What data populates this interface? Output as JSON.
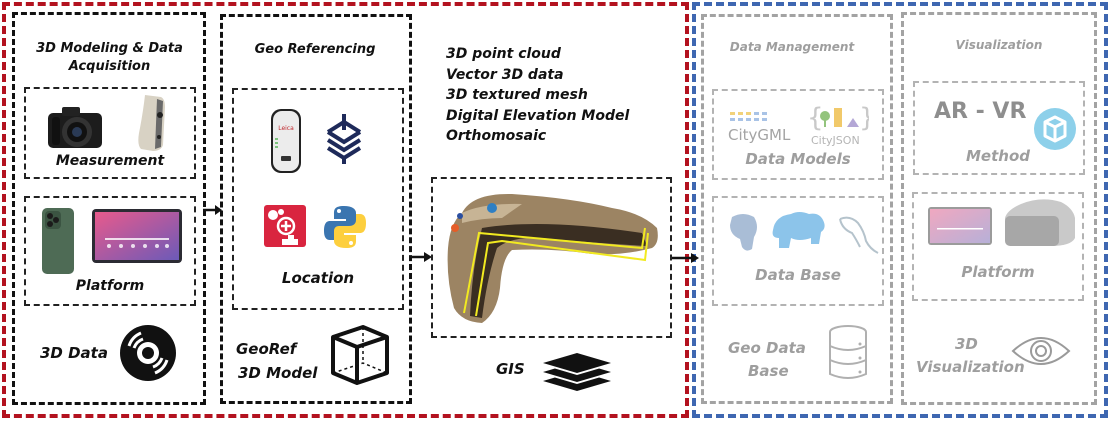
{
  "groups": {
    "processing": {
      "border_color": "#b3121f"
    },
    "management": {
      "border_color": "#3e67b1"
    }
  },
  "acquisition": {
    "title": "3D Modeling & Data Acquisition",
    "measurement": {
      "label": "Measurement",
      "icons": [
        "camera-icon",
        "handheld-3d-scanner-icon"
      ]
    },
    "platform": {
      "label": "Platform",
      "icons": [
        "smartphone-icon",
        "tablet-icon"
      ]
    },
    "output": {
      "label": "3D Data",
      "icon": "disc-icon"
    }
  },
  "georef": {
    "title": "Geo Referencing",
    "location": {
      "label": "Location",
      "icons": [
        "gnss-receiver-icon",
        "geo-layers-icon",
        "qgis-plugin-icon",
        "python-icon"
      ]
    },
    "output": {
      "label_line1": "GeoRef",
      "label_line2": "3D Model",
      "icon": "cube-icon"
    }
  },
  "products": {
    "items": [
      "3D point cloud",
      "Vector 3D data",
      "3D textured mesh",
      "Digital Elevation Model",
      "Orthomosaic"
    ],
    "model_image": "textured-trench-model",
    "gis": {
      "label": "GIS",
      "icon": "layers-icon"
    }
  },
  "data_management": {
    "title": "Data Management",
    "data_models": {
      "label": "Data Models",
      "logos": [
        "CityGML",
        "CityJSON"
      ]
    },
    "data_base": {
      "label": "Data Base",
      "icons": [
        "postgresql-icon",
        "hadoop-icon",
        "mysql-icon"
      ]
    },
    "geo_db": {
      "label_line1": "Geo Data",
      "label_line2": "Base",
      "icon": "database-icon"
    }
  },
  "visualization": {
    "title": "Visualization",
    "method": {
      "label": "Method",
      "text": "AR - VR",
      "icon": "sketchfab-cube-icon"
    },
    "platform": {
      "label": "Platform",
      "icons": [
        "tablet-icon",
        "vr-headset-icon"
      ]
    },
    "output": {
      "label_line1": "3D",
      "label_line2": "Visualization",
      "icon": "eye-icon"
    }
  }
}
